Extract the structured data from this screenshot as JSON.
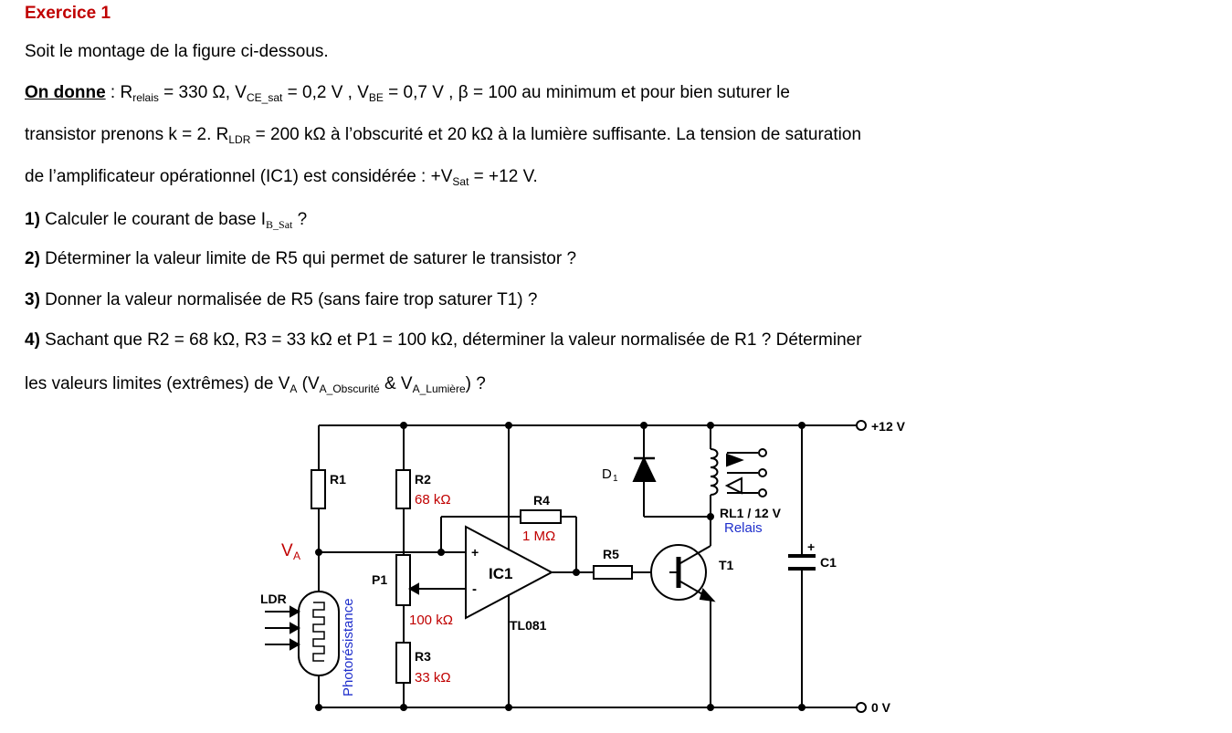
{
  "title": "Exercice 1",
  "intro": "Soit le montage de la figure ci-dessous.",
  "given": {
    "label": "On donne",
    "p1_a": " : R",
    "sub_relais": "relais",
    "p1_b": " = 330 Ω, V",
    "sub_cesat": "CE_sat",
    "p1_c": " = 0,2 V ,  V",
    "sub_be": "BE",
    "p1_d": " = 0,7 V ,  β = 100 au minimum et pour bien suturer le",
    "p2_a": "transistor prenons k = 2. R",
    "sub_ldr": "LDR",
    "p2_b": " = 200 kΩ à l’obscurité et 20 kΩ à la lumière suffisante. La tension de saturation",
    "p3_a": "de l’amplificateur opérationnel (IC1) est considérée : +V",
    "sub_sat": "Sat",
    "p3_b": " = +12 V."
  },
  "questions": {
    "q1_num": "1)",
    "q1_a": " Calculer le courant de base I",
    "q1_sub": "B_Sat",
    "q1_b": " ?",
    "q2_num": "2)",
    "q2": " Déterminer la valeur limite de R5 qui permet de saturer le transistor ?",
    "q3_num": "3)",
    "q3": " Donner la valeur normalisée de R5 (sans faire trop saturer T1) ?",
    "q4_num": "4)",
    "q4_a": " Sachant que R2 = 68 kΩ, R3 = 33 kΩ et P1 = 100 kΩ, déterminer la valeur normalisée de R1 ? Déterminer",
    "q4_b": "les valeurs limites (extrêmes) de V",
    "q4_sub_a": "A",
    "q4_c": " (V",
    "q4_sub_obs": "A_Obscurité",
    "q4_d": " & V",
    "q4_sub_lum": "A_Lumière",
    "q4_e": ") ?"
  },
  "circuit": {
    "vplus": "+12 V",
    "vzero": "0 V",
    "r1": "R1",
    "r2": "R2",
    "r2_val": "68 kΩ",
    "r3": "R3",
    "r3_val": "33 kΩ",
    "r4": "R4",
    "r4_val": "1 MΩ",
    "r5": "R5",
    "p1": "P1",
    "p1_val": "100 kΩ",
    "va": "V",
    "va_sub": "A",
    "ldr": "LDR",
    "photo": "Photorésistance",
    "ic1": "IC1",
    "plus": "+",
    "minus": "-",
    "tl081": "TL081",
    "d1": "D",
    "d1_sub": "1",
    "t1": "T1",
    "rl1": "RL1 / 12 V",
    "relais": "Relais",
    "c1": "C1",
    "c1_plus": "+",
    "colors": {
      "value": "#c00000",
      "label_blue": "#1f2fcc",
      "wire": "#000000"
    }
  }
}
